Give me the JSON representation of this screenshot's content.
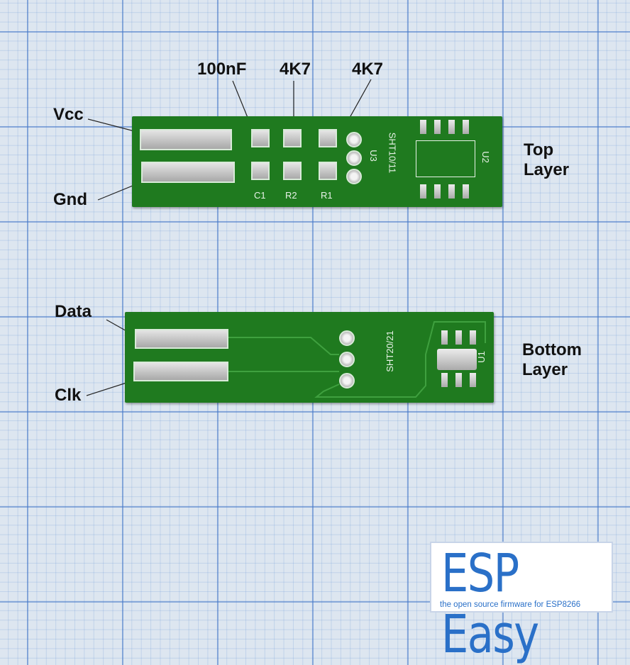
{
  "labels": {
    "vcc": "Vcc",
    "gnd": "Gnd",
    "cap": "100nF",
    "r_a": "4K7",
    "r_b": "4K7",
    "top_layer_1": "Top",
    "top_layer_2": "Layer",
    "data": "Data",
    "clk": "Clk",
    "bottom_layer_1": "Bottom",
    "bottom_layer_2": "Layer"
  },
  "top_board": {
    "silk": {
      "c1": "C1",
      "r2": "R2",
      "r1": "R1",
      "u3": "U3",
      "u2": "U2",
      "part": "SHT10/11"
    }
  },
  "bottom_board": {
    "silk": {
      "part": "SHT20/21",
      "u1": "U1"
    }
  },
  "logo": {
    "title": "ESP Easy",
    "subtitle": "the open source firmware for ESP8266"
  },
  "colors": {
    "pcb": "#1f7a1f",
    "grid": "#4678c8",
    "logo_blue": "#2a70c8"
  }
}
